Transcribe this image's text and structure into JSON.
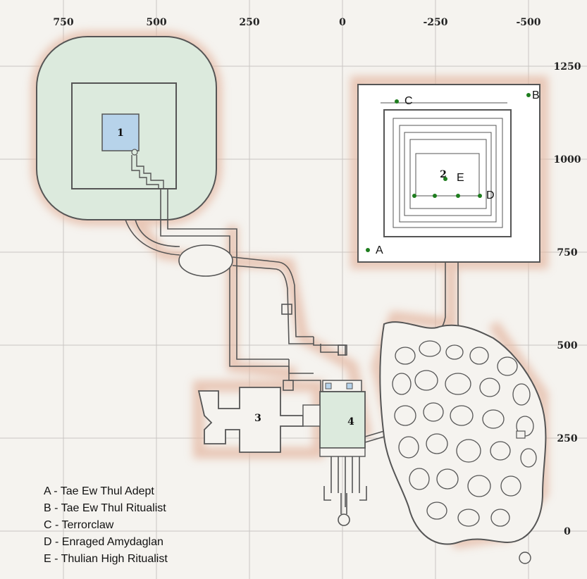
{
  "colors": {
    "paper": "#f5f3ef",
    "grid": "#c9c6c3",
    "glow": "#e4b7a2",
    "green_area": "#dceadd",
    "blue_room": "#b7d3ea",
    "wall": "#555555",
    "marker": "#1e7d1e"
  },
  "axes": {
    "x_ticks": [
      "750",
      "500",
      "250",
      "0",
      "-250",
      "-500"
    ],
    "y_ticks": [
      "1250",
      "1000",
      "750",
      "500",
      "250",
      "0"
    ]
  },
  "rooms": {
    "room_1": "1",
    "room_2": "2",
    "room_3": "3",
    "room_4": "4"
  },
  "markers": {
    "A": "A",
    "B": "B",
    "C": "C",
    "D": "D",
    "E": "E"
  },
  "legend": [
    "A - Tae Ew Thul Adept",
    "B - Tae Ew Thul Ritualist",
    "C - Terrorclaw",
    "D - Enraged Amydaglan",
    "E - Thulian High Ritualist"
  ]
}
